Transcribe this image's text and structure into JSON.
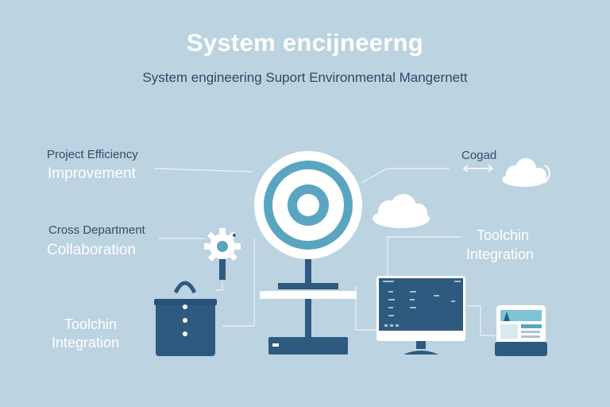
{
  "title": "System encijneerng",
  "subtitle": "System engineering Suport Environmental Mangernett",
  "labels": {
    "project_efficiency_line1": "Project Efficiency",
    "project_efficiency_line2": "Improvement",
    "cross_department_line1": "Cross Department",
    "cross_department_line2": "Collaboration",
    "toolchin_left_line1": "Toolchin",
    "toolchin_left_line2": "Integration",
    "cogad": "Cogad",
    "toolchin_right_line1": "Toolchin",
    "toolchin_right_line2": "Integration"
  },
  "colors": {
    "background": "#bcd3e1",
    "navy": "#2e5a80",
    "teal": "#5aa6c0",
    "white": "#ffffff"
  },
  "icons": [
    "target-icon",
    "gear-icon",
    "toolbox-icon",
    "cloud-icon",
    "monitor-icon",
    "tablet-icon",
    "double-arrow-icon"
  ]
}
